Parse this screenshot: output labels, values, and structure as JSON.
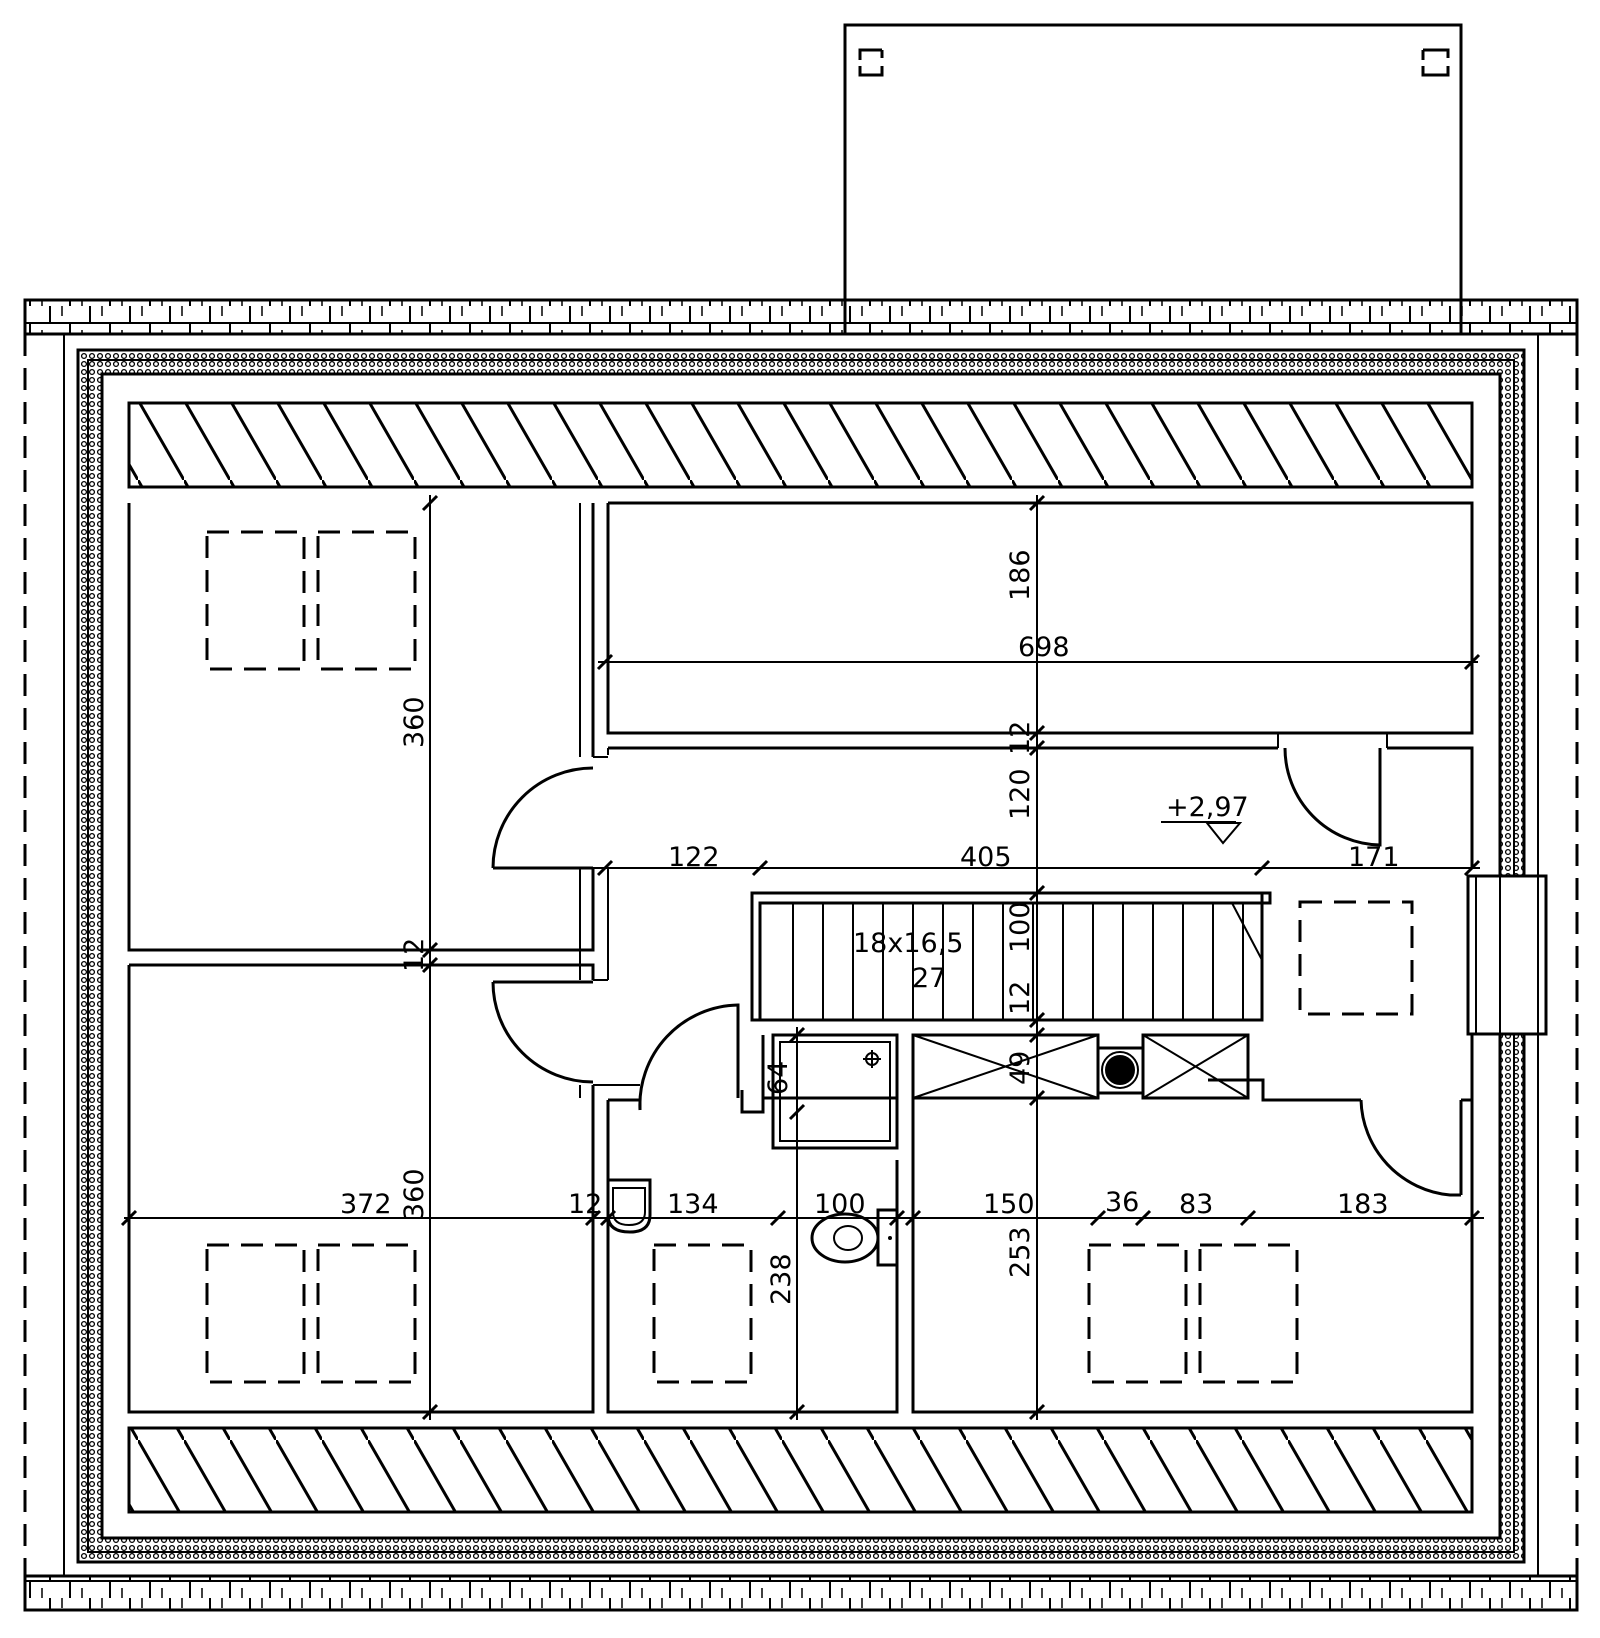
{
  "level_marker": "+2,97",
  "stair": {
    "step_ratio": "18x16,5",
    "step_count": "27"
  },
  "dimensions": {
    "d_698": "698",
    "d_186": "186",
    "d_360_top": "360",
    "d_12_a": "12",
    "d_120": "120",
    "d_122": "122",
    "d_405": "405",
    "d_171": "171",
    "d_12_b": "12",
    "d_100_stair": "100",
    "d_12_c": "12",
    "d_49": "49",
    "d_64": "64",
    "d_372": "372",
    "d_360_bottom": "360",
    "d_12_d": "12",
    "d_134": "134",
    "d_100_wc": "100",
    "d_150": "150",
    "d_36": "36",
    "d_83": "83",
    "d_183": "183",
    "d_238": "238",
    "d_253": "253"
  }
}
